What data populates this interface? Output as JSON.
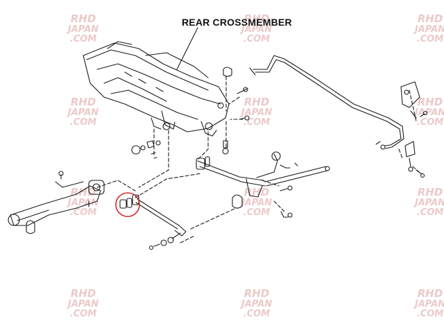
{
  "diagram": {
    "title": "REAR CROSSMEMBER",
    "highlight_color": "#d62828",
    "line_color": "#1a1a1a",
    "watermark": {
      "line1": "RHD",
      "line2": "JAPAN",
      "line3": ".COM",
      "color": "#e6b8b8"
    }
  }
}
